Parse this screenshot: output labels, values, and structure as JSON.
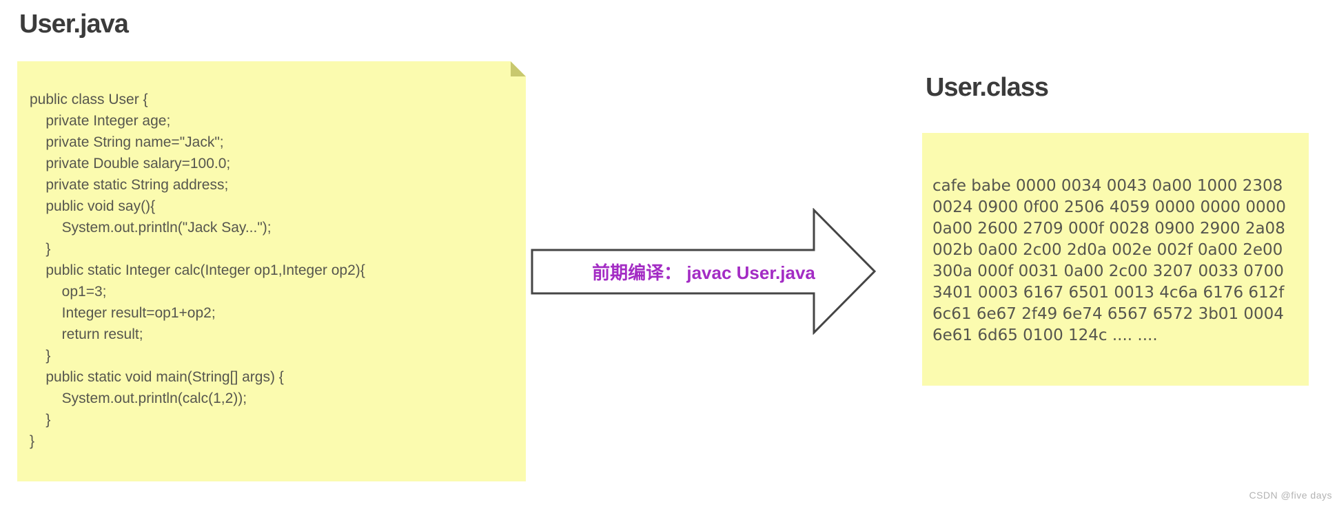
{
  "left_panel": {
    "title": "User.java",
    "code_lines": [
      "public class User {",
      "    private Integer age;",
      "    private String name=\"Jack\";",
      "    private Double salary=100.0;",
      "    private static String address;",
      "    public void say(){",
      "        System.out.println(\"Jack Say...\");",
      "    }",
      "    public static Integer calc(Integer op1,Integer op2){",
      "        op1=3;",
      "        Integer result=op1+op2;",
      "        return result;",
      "    }",
      "    public static void main(String[] args) {",
      "        System.out.println(calc(1,2));",
      "    }",
      "}"
    ]
  },
  "arrow": {
    "label": "前期编译： javac User.java"
  },
  "right_panel": {
    "title": "User.class",
    "hex_lines": [
      "cafe babe 0000 0034 0043 0a00 1000 2308",
      "0024 0900 0f00 2506 4059 0000 0000 0000",
      "0a00 2600 2709 000f 0028 0900 2900 2a08",
      "002b 0a00 2c00 2d0a 002e 002f 0a00 2e00",
      "300a 000f 0031 0a00 2c00 3207 0033 0700",
      "3401 0003 6167 6501 0013 4c6a 6176 612f",
      "6c61 6e67 2f49 6e74 6567 6572 3b01 0004",
      "6e61 6d65 0100 124c .... ...."
    ]
  },
  "page": {
    "watermark": "CSDN @five days"
  },
  "colors": {
    "note_yellow": "#FBFBAF",
    "fold_yellow": "#C8C86E",
    "label_purple": "#A32CC4",
    "code_text": "#56564E",
    "title_text": "#3B3B3B",
    "arrow_border": "#454545",
    "watermark_gray": "#B3B3B3"
  }
}
